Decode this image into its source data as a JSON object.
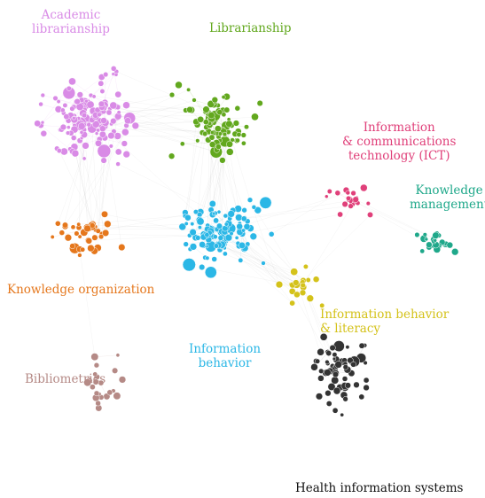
{
  "clusters": [
    {
      "id": "academic",
      "label": "Academic\nlibrarianship",
      "color": "#d98be6"
    },
    {
      "id": "librarianship",
      "label": "Librarianship",
      "color": "#62a81e"
    },
    {
      "id": "ict",
      "label": "Information\n& communications\ntechnology (ICT)",
      "color": "#e0407a"
    },
    {
      "id": "km",
      "label": "Knowledge\nmanagement",
      "color": "#1fa88a"
    },
    {
      "id": "ko",
      "label": "Knowledge organization",
      "color": "#e5771c"
    },
    {
      "id": "ib",
      "label": "Information\nbehavior",
      "color": "#2bb7e6"
    },
    {
      "id": "ibl",
      "label": "Information behavior\n& literacy",
      "color": "#d4c21a"
    },
    {
      "id": "biblio",
      "label": "Bibliometrics",
      "color": "#b58a86"
    },
    {
      "id": "his",
      "label": "Health information systems",
      "color": "#333333"
    }
  ]
}
